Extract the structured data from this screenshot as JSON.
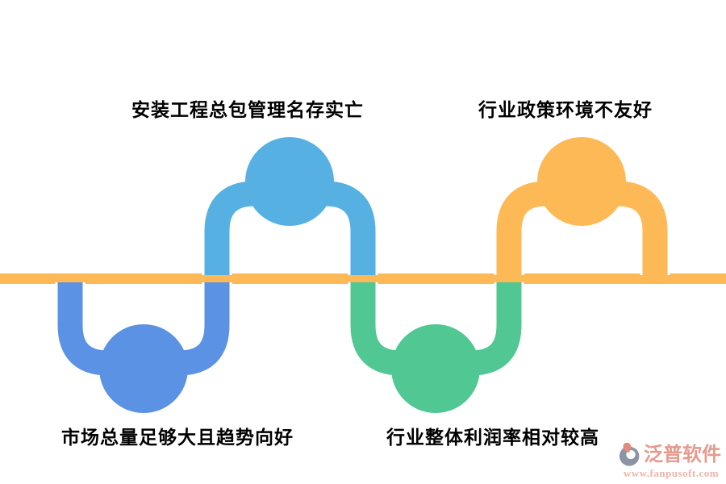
{
  "diagram": {
    "type": "wave-infographic",
    "items": [
      {
        "id": "market-size",
        "label": "市场总量足够大且趋势向好",
        "position": "below-line",
        "color": "#5C92E3"
      },
      {
        "id": "management",
        "label": "安装工程总包管理名存实亡",
        "position": "above-line",
        "color": "#56B1E2"
      },
      {
        "id": "profit-margin",
        "label": "行业整体利润率相对较高",
        "position": "below-line",
        "color": "#51C794"
      },
      {
        "id": "policy-env",
        "label": "行业政策环境不友好",
        "position": "above-line",
        "color": "#FDB955"
      }
    ]
  },
  "palette": {
    "baseline": "#FDB955",
    "label_text": "#000000",
    "white": "#FFFFFF"
  },
  "watermark": {
    "brand": "泛普软件",
    "url": "www.fanpusoft.com",
    "brand_color": "#E59A8E",
    "url_color": "#F0B4A9",
    "logo_grey": "#8C93A3",
    "logo_leaf": "#E08B7E"
  }
}
